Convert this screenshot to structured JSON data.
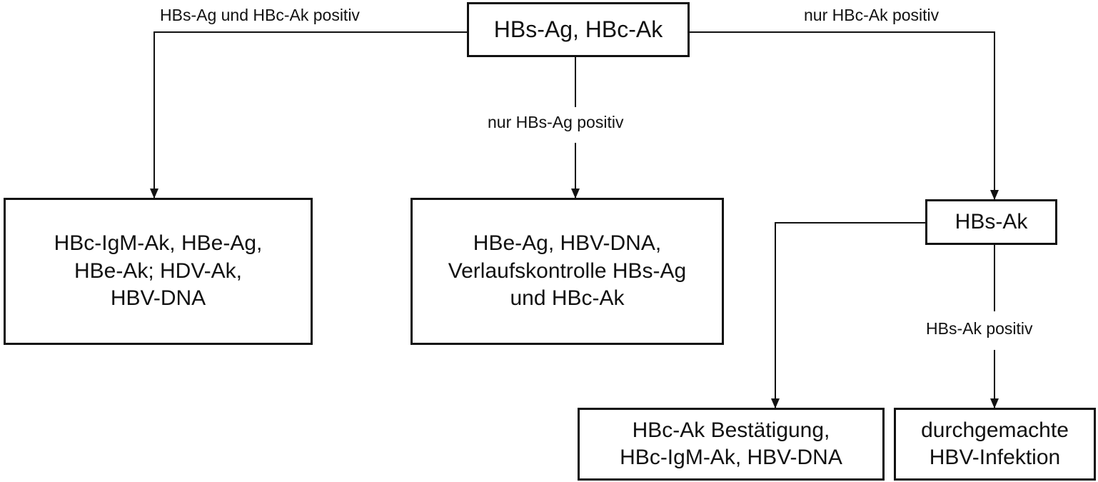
{
  "flowchart": {
    "nodes": {
      "root": "HBs-Ag, HBc-Ak",
      "left": "HBc-IgM-Ak, HBe-Ag,\nHBe-Ak; HDV-Ak,\nHBV-DNA",
      "middle": "HBe-Ag, HBV-DNA,\nVerlaufskontrolle HBs-Ag\nund HBc-Ak",
      "hbs_ak": "HBs-Ak",
      "hbc_confirmation": "HBc-Ak Bestätigung,\nHBc-IgM-Ak, HBV-DNA",
      "past_infection": "durchgemachte\nHBV-Infektion"
    },
    "edges": {
      "both_positive": "HBs-Ag und HBc-Ak positiv",
      "only_hbsag_positive": "nur HBs-Ag positiv",
      "only_hbcak_positive": "nur HBc-Ak positiv",
      "hbsak_positive": "HBs-Ak positiv"
    }
  }
}
